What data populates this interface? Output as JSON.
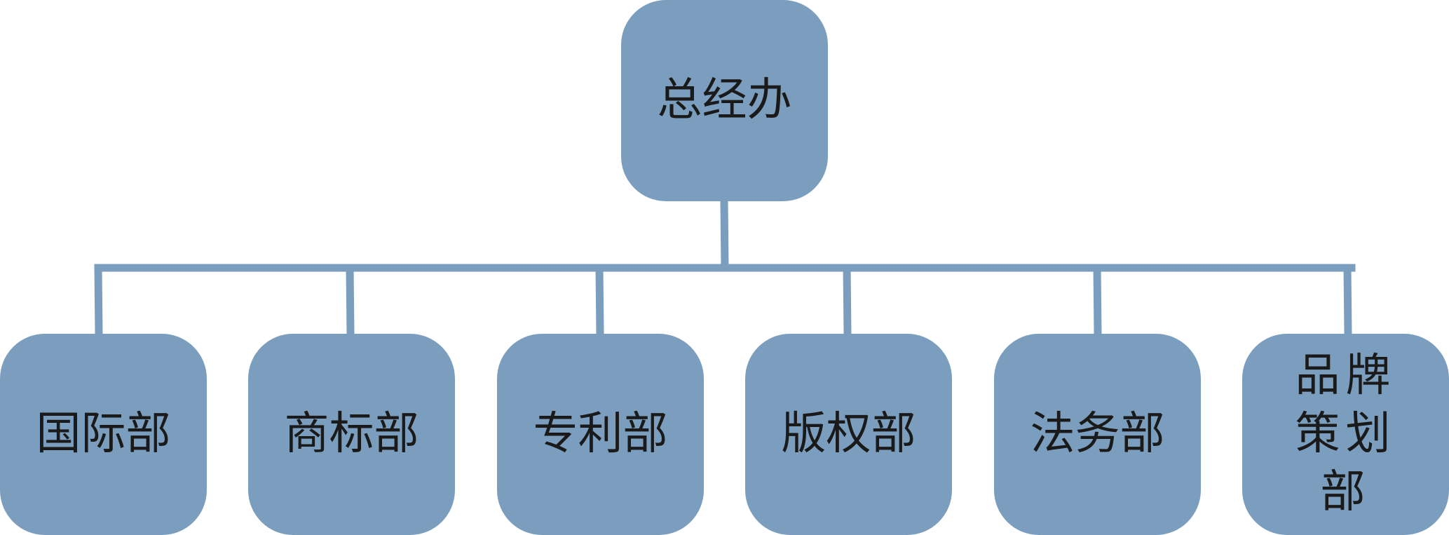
{
  "diagram": {
    "root": {
      "label": "总经办"
    },
    "children": [
      {
        "label": "国际部"
      },
      {
        "label": "商标部"
      },
      {
        "label": "专利部"
      },
      {
        "label": "版权部"
      },
      {
        "label": "法务部"
      },
      {
        "label": "品牌策划部"
      }
    ],
    "colors": {
      "node_fill": "#7b9ebf",
      "connector": "#7b9ebf",
      "text": "#1a1a1a"
    }
  }
}
